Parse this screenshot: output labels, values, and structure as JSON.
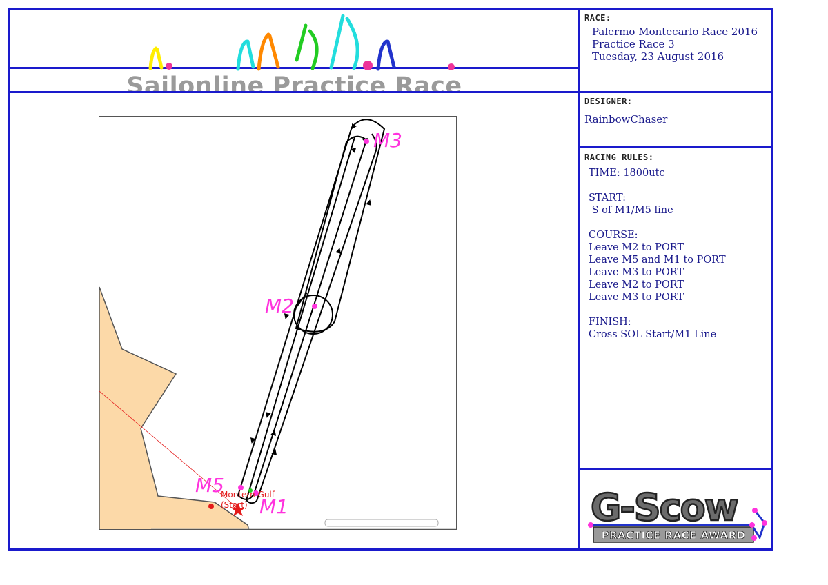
{
  "banner": {
    "title": "Sailonline Practice Race"
  },
  "race": {
    "heading": "RACE:",
    "name": "Palermo Montecarlo Race 2016",
    "subtitle": "Practice Race 3",
    "date": "Tuesday, 23 August 2016"
  },
  "designer": {
    "heading": "DESIGNER:",
    "name": "RainbowChaser"
  },
  "racing_rules": {
    "heading": "RACING RULES:",
    "lines": [
      "TIME: 1800utc",
      "",
      "START:",
      " S of M1/M5 line",
      "",
      "COURSE:",
      "Leave M2 to PORT",
      "Leave M5 and M1 to PORT",
      "Leave M3 to PORT",
      "Leave M2 to PORT",
      "Leave M3 to PORT",
      "",
      "FINISH:",
      "Cross SOL Start/M1 Line"
    ]
  },
  "map": {
    "marks": {
      "m1": "M1",
      "m2": "M2",
      "m3": "M3",
      "m5": "M5"
    },
    "start_label_line1": "Montern Gulf",
    "start_label_line2": "(Start)",
    "colors": {
      "land": "#fcd9a8",
      "mark": "#ff33dd",
      "start": "#e41a1a",
      "course": "#000000"
    }
  },
  "award": {
    "title": "G-Scow",
    "subtitle": "PRACTICE RACE AWARD"
  },
  "colors": {
    "frame": "#1a1acc",
    "text": "#1a1a8c"
  }
}
